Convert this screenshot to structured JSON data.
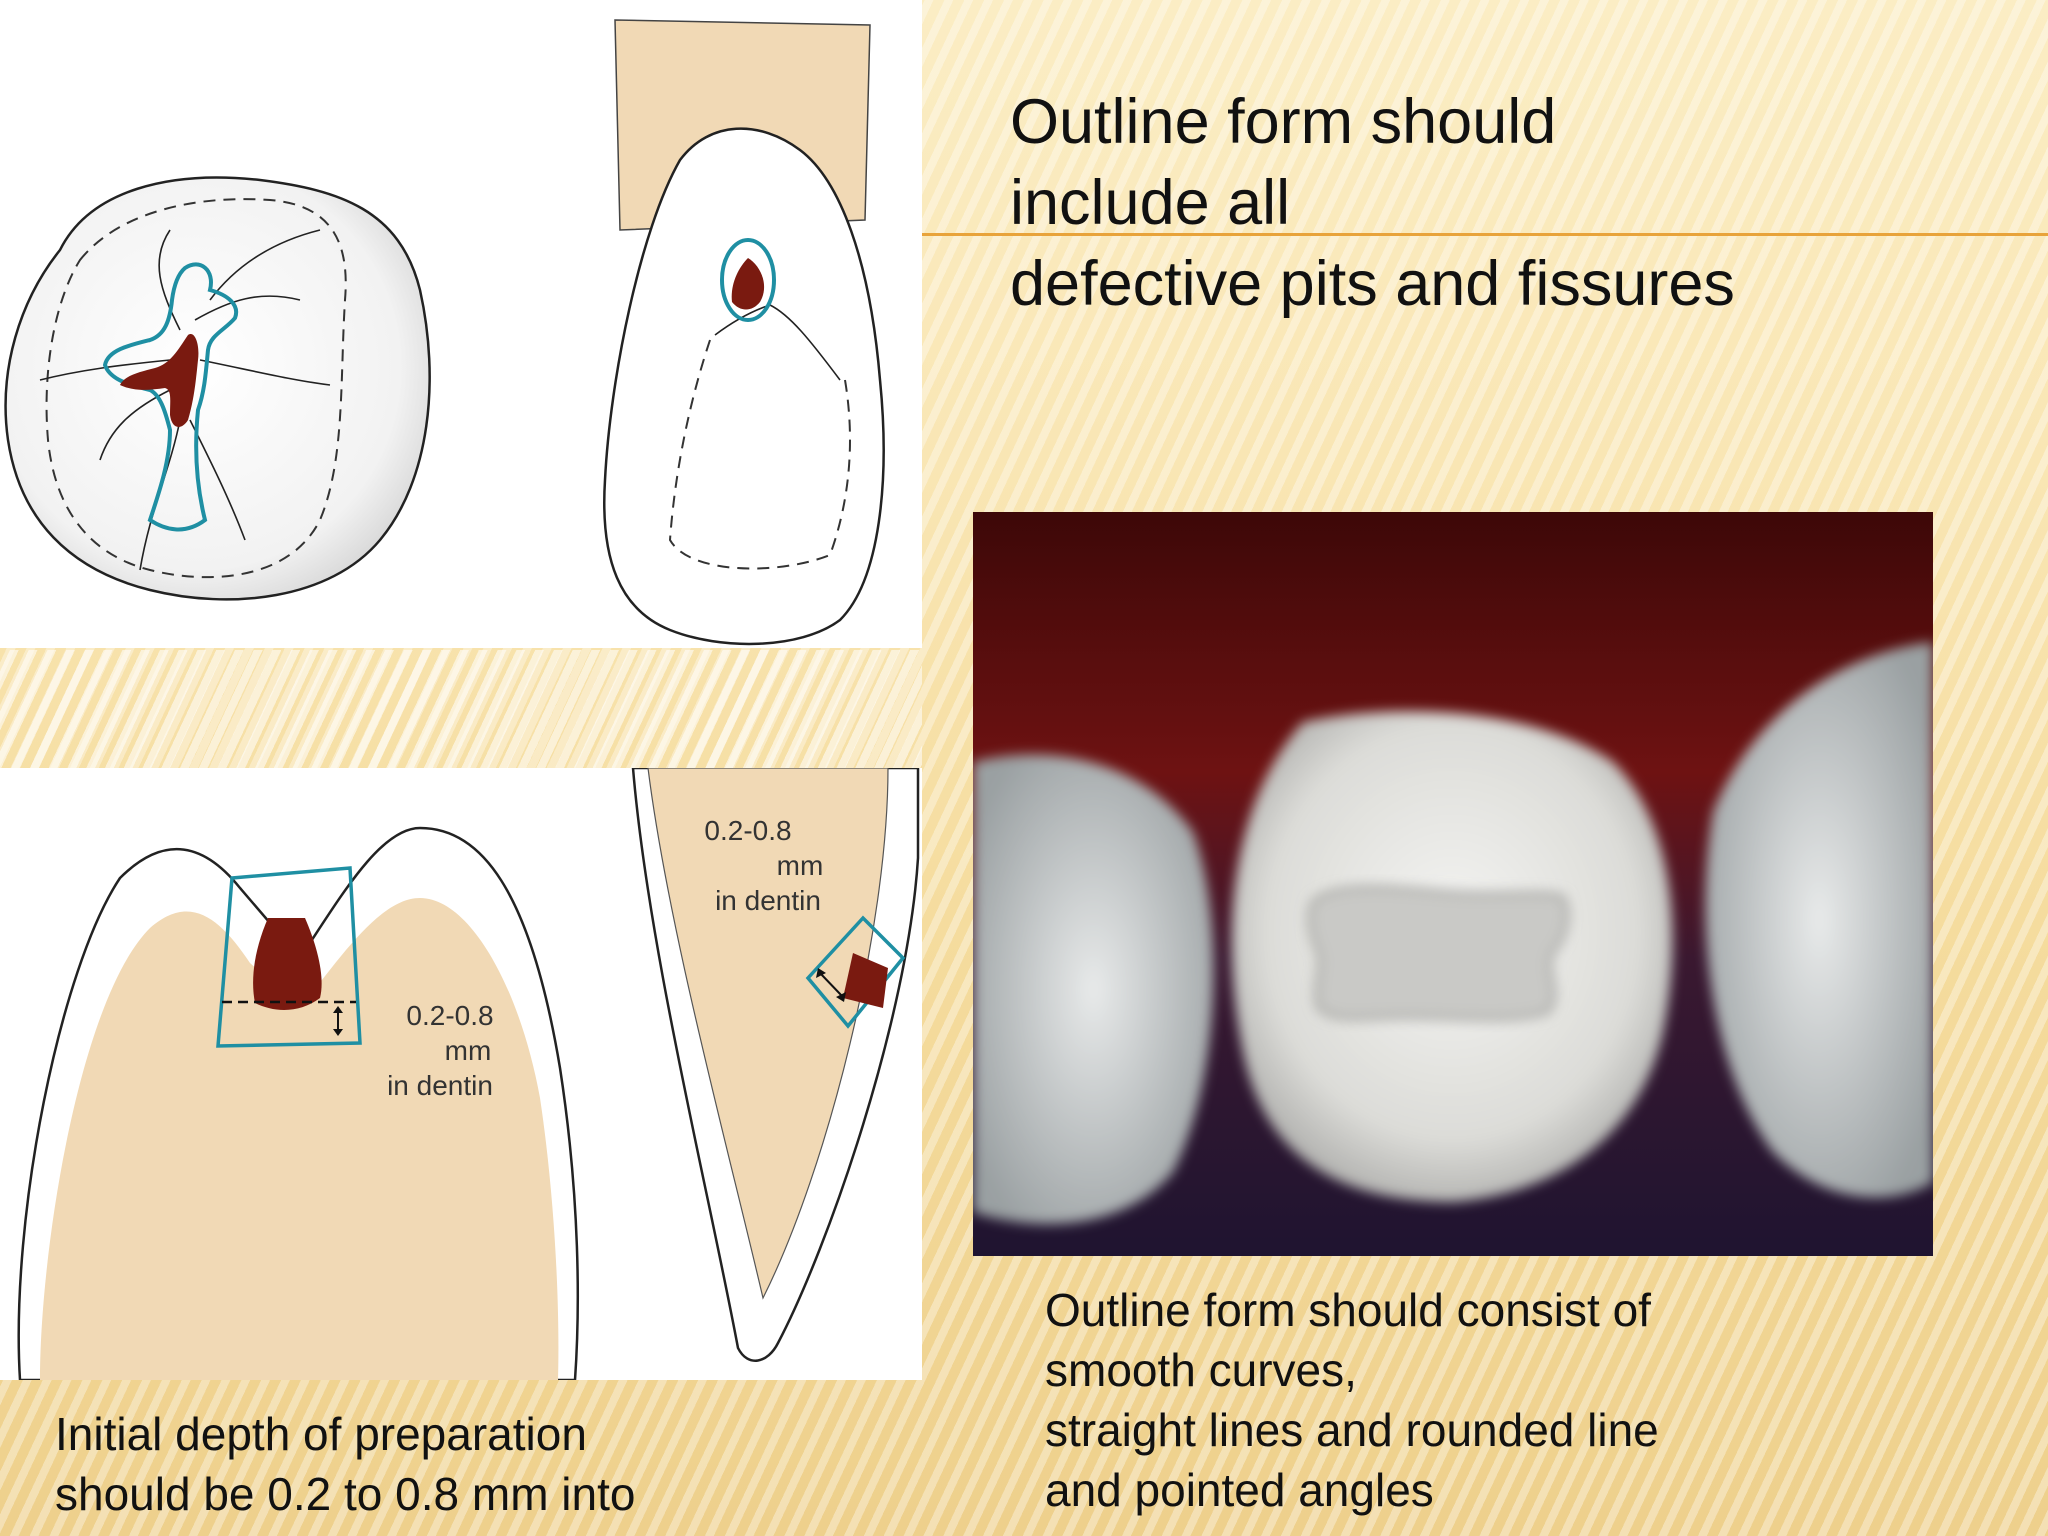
{
  "heading": {
    "lines": [
      "Outline form should",
      "include all",
      "defective pits and fissures"
    ]
  },
  "diagram_labels": {
    "depth_right_value": "0.2-0.8",
    "depth_right_unit": "mm",
    "depth_right_where": "in dentin",
    "depth_left_value": "0.2-0.8",
    "depth_left_unit": "mm",
    "depth_left_where": "in dentin"
  },
  "caption_right": {
    "lines": [
      "Outline form should consist of",
      "smooth curves,",
      "straight lines and rounded line",
      "and pointed angles"
    ]
  },
  "caption_left": {
    "lines": [
      "Initial depth of preparation",
      "should be 0.2 to 0.8 mm into"
    ]
  },
  "colors": {
    "caries": "#7a1a10",
    "outline": "#1f8fa3",
    "dentin": "#f1d9b5",
    "accent_line": "#e8a33a"
  }
}
